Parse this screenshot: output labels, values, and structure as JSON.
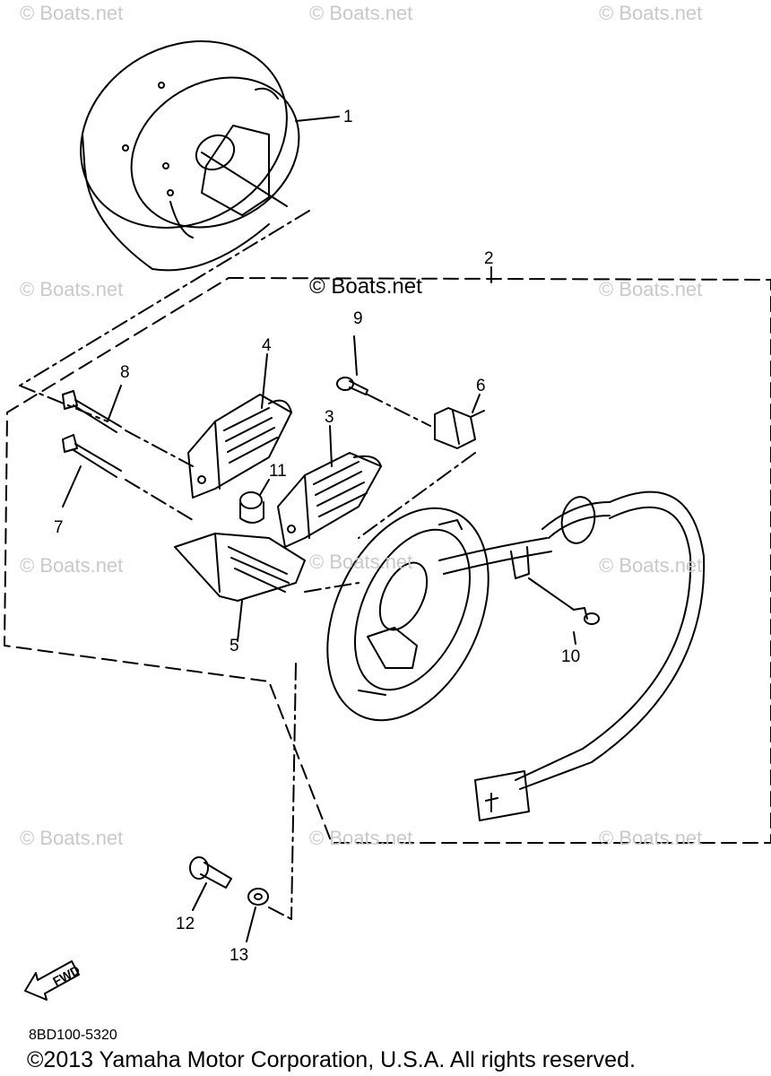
{
  "watermark": {
    "text": "© Boats.net"
  },
  "callouts": [
    "1",
    "2",
    "3",
    "4",
    "5",
    "6",
    "7",
    "8",
    "9",
    "10",
    "11",
    "12",
    "13"
  ],
  "fwd_label": "FWD",
  "diagram_code": "8BD100-5320",
  "copyright": "©2013 Yamaha Motor Corporation, U.S.A. All rights reserved."
}
